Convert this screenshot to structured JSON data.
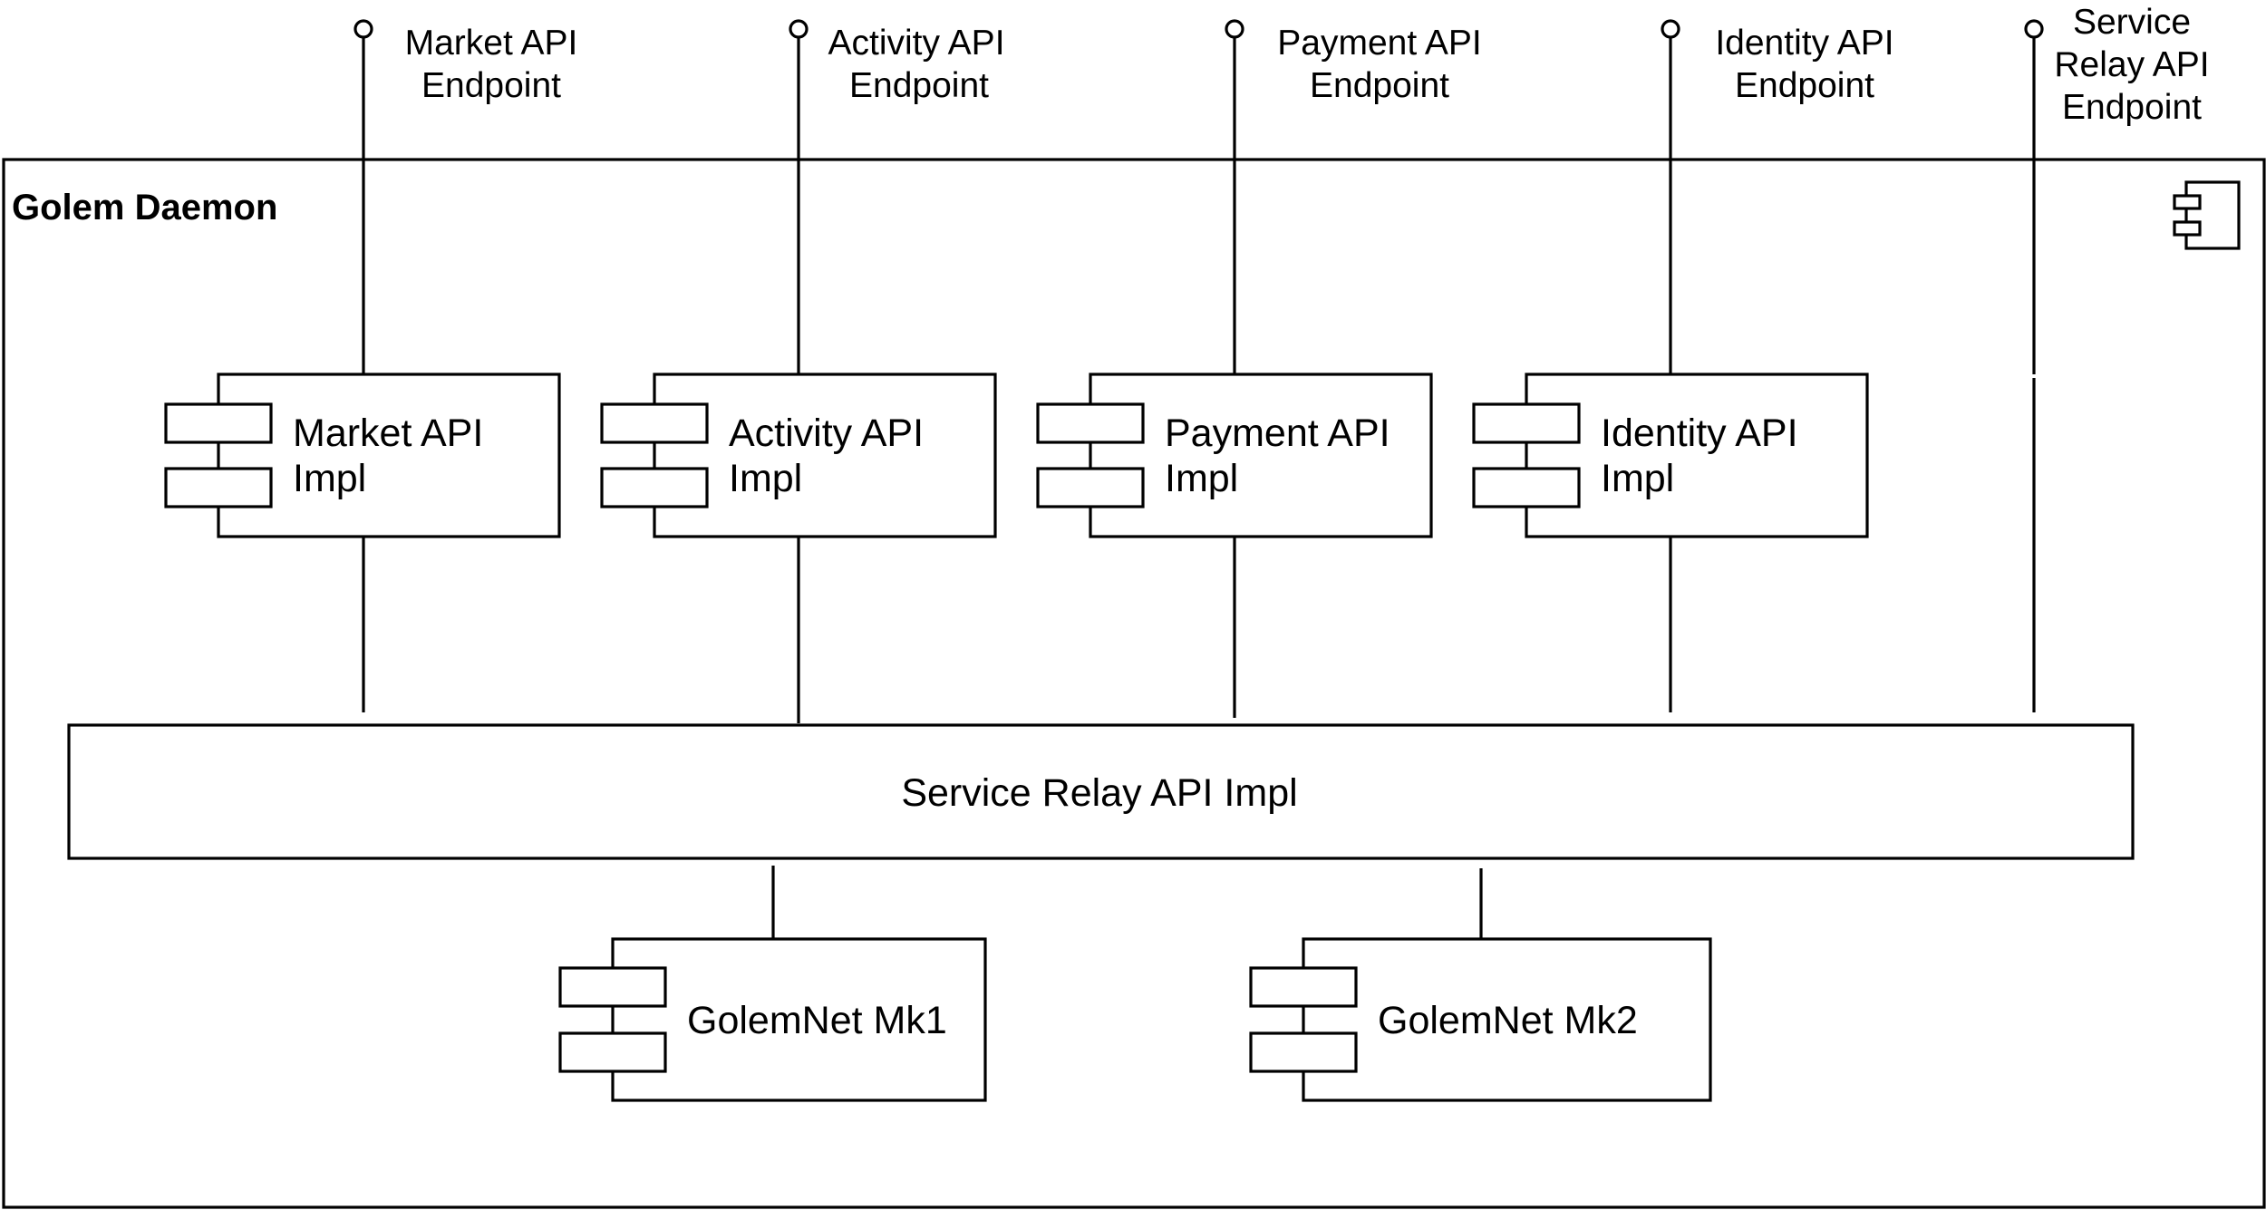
{
  "container": {
    "title": "Golem Daemon",
    "icon": "uml-component-icon"
  },
  "endpoints": [
    {
      "id": "market",
      "label": [
        "Market API",
        "Endpoint"
      ]
    },
    {
      "id": "activity",
      "label": [
        "Activity API",
        "Endpoint"
      ]
    },
    {
      "id": "payment",
      "label": [
        "Payment API",
        "Endpoint"
      ]
    },
    {
      "id": "identity",
      "label": [
        "Identity API",
        "Endpoint"
      ]
    },
    {
      "id": "service-relay",
      "label": [
        "Service",
        "Relay API",
        "Endpoint"
      ]
    }
  ],
  "components": [
    {
      "id": "market-api-impl",
      "label": [
        "Market API",
        "Impl"
      ]
    },
    {
      "id": "activity-api-impl",
      "label": [
        "Activity API",
        "Impl"
      ]
    },
    {
      "id": "payment-api-impl",
      "label": [
        "Payment API",
        "Impl"
      ]
    },
    {
      "id": "identity-api-impl",
      "label": [
        "Identity API",
        "Impl"
      ]
    },
    {
      "id": "golemnet-mk1",
      "label": [
        "GolemNet Mk1"
      ]
    },
    {
      "id": "golemnet-mk2",
      "label": [
        "GolemNet Mk2"
      ]
    }
  ],
  "relay": {
    "label": "Service Relay API Impl"
  },
  "colors": {
    "stroke": "#000000",
    "background": "#ffffff"
  }
}
